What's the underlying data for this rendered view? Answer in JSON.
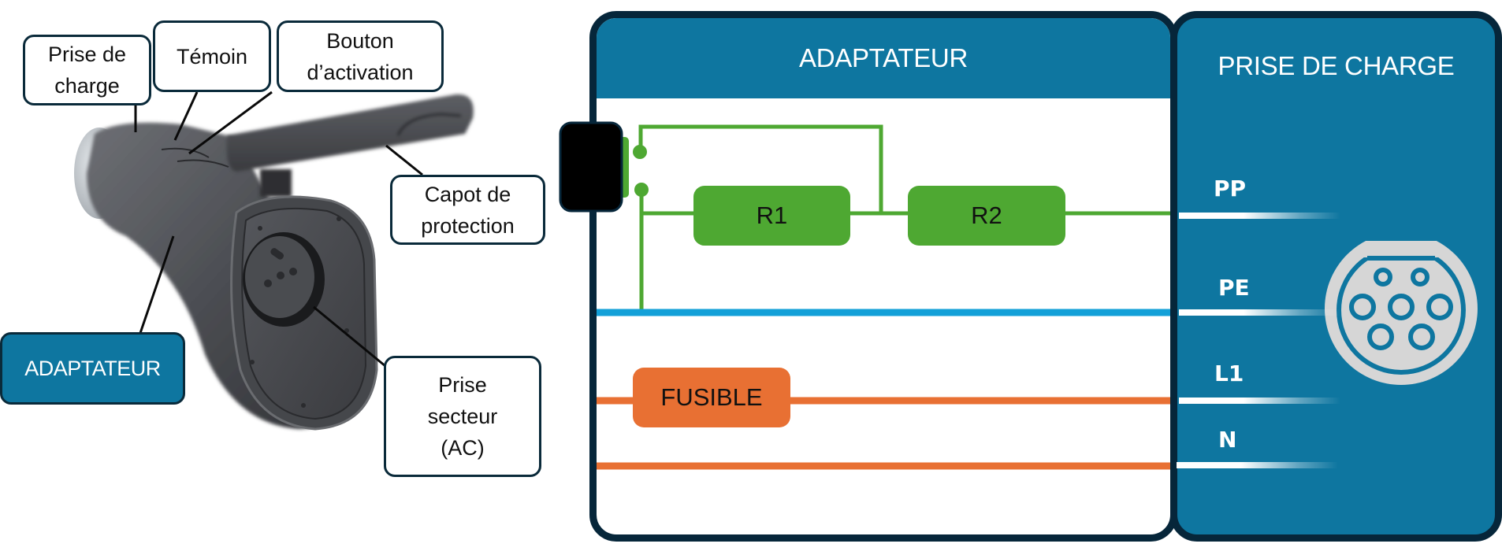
{
  "callouts": {
    "prise_de_charge": "Prise de\ncharge",
    "temoin": "Témoin",
    "bouton_activation": "Bouton\nd’activation",
    "capot_protection": "Capot de\nprotection",
    "prise_secteur": "Prise\nsecteur\n(AC)",
    "adaptateur_badge": "ADAPTATEUR"
  },
  "adapter_panel": {
    "title": "ADAPTATEUR",
    "components": {
      "r1": "R1",
      "r2": "R2",
      "fuse": "FUSIBLE"
    }
  },
  "charge_panel": {
    "title": "PRISE DE CHARGE",
    "pins": [
      {
        "label": "PP",
        "wire_color": "#4ea832"
      },
      {
        "label": "PE",
        "wire_color": "#13a0d8"
      },
      {
        "label": "L1",
        "wire_color": "#e87033"
      },
      {
        "label": "N",
        "wire_color": "#e87033"
      }
    ],
    "connector_icon": "type2-connector-icon"
  },
  "colors": {
    "brand_blue": "#0e76a0",
    "border_dark": "#06263a",
    "pilot_green": "#4ea832",
    "earth_blue": "#13a0d8",
    "phase_orange": "#e87033",
    "connector_grey": "#d6d6d6"
  }
}
